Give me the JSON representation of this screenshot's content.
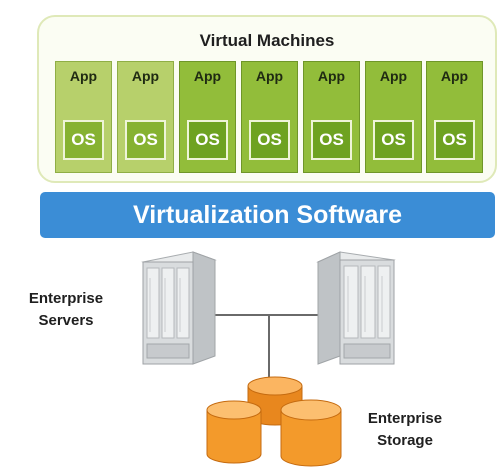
{
  "vm_section": {
    "title": "Virtual Machines",
    "machines": [
      {
        "app": "App",
        "os": "OS"
      },
      {
        "app": "App",
        "os": "OS"
      },
      {
        "app": "App",
        "os": "OS"
      },
      {
        "app": "App",
        "os": "OS"
      },
      {
        "app": "App",
        "os": "OS"
      },
      {
        "app": "App",
        "os": "OS"
      },
      {
        "app": "App",
        "os": "OS"
      }
    ]
  },
  "virtualization": {
    "label": "Virtualization Software"
  },
  "servers": {
    "label_line1": "Enterprise",
    "label_line2": "Servers"
  },
  "storage": {
    "label_line1": "Enterprise",
    "label_line2": "Storage"
  },
  "colors": {
    "vm_green": "#92bd3a",
    "vm_light_green": "#b7d06b",
    "os_green": "#6ea221",
    "virtualization_blue": "#3b8dd6",
    "storage_orange": "#f39a2b"
  },
  "icons": [
    "server-icon",
    "storage-cylinder-icon"
  ]
}
